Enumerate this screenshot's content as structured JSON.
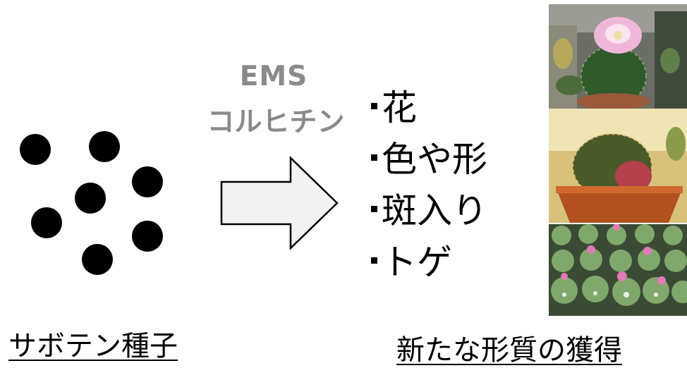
{
  "seeds_caption": "サボテン種子",
  "method": {
    "line1": "EMS",
    "line2": "コルヒチン"
  },
  "traits": [
    "花",
    "色や形",
    "斑入り",
    "トゲ"
  ],
  "result_caption": "新たな形質の獲得",
  "colors": {
    "method_text": "#8a8a8a",
    "arrow_fill": "#f2f2f2",
    "arrow_stroke": "#000000",
    "seed": "#000000"
  },
  "photos": [
    {
      "name": "flowering-cactus-photo"
    },
    {
      "name": "spiny-cactus-photo"
    },
    {
      "name": "cactus-seedlings-photo"
    }
  ]
}
